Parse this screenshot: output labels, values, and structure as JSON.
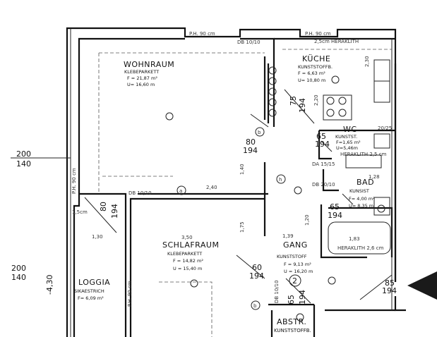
{
  "rooms": {
    "wohnraum": {
      "name": "WOHNRAUM",
      "floor": "KLEBEPARKETT",
      "area": "F = 21,87 m²",
      "perimeter": "U= 16,60 m"
    },
    "kueche": {
      "name": "KÜCHE",
      "floor": "KUNSTSTOFFB.",
      "area": "F = 6,63 m²",
      "perimeter": "U= 10,80 m"
    },
    "wc": {
      "name": "WC",
      "floor": "KUNSTST.",
      "area": "F=1,65 m²",
      "perimeter": "U=5,46m"
    },
    "bad": {
      "name": "BAD",
      "floor": "KUNSIST",
      "area": "F= 4,00 m²",
      "perimeter": "U= 8,35 m"
    },
    "schlafraum": {
      "name": "SCHLAFRAUM",
      "floor": "KLEBEPARKETT",
      "area": "F = 14,82 m²",
      "perimeter": "U = 15,40 m"
    },
    "gang": {
      "name": "GANG",
      "floor": "KUNSTSTOFF",
      "area": "F = 9,13 m²",
      "perimeter": "U = 16,20 m"
    },
    "loggia": {
      "name": "LOGGIA",
      "floor": "SIKAESTRICH",
      "area": "F= 6,09 m²"
    },
    "abstr": {
      "name": "ABSTR.",
      "floor": "KUNSTSTOFFB."
    }
  },
  "annotations": {
    "ph_window_1": "P.H. 90 cm",
    "ph_window_2": "P.H. 90 cm",
    "ph_window_3": "P.H. 90 cm",
    "ph_window_4": "P.H. 90 cm",
    "heraklith_top": "2,5cm HERAKLITH",
    "heraklith_wc": "HERAKLITH 2,5 cm",
    "heraklith_bad": "HERAKLITH 2,6 cm",
    "db_1": "DB 10/10",
    "db_2": "DB 10/10",
    "db_3": "DB 20/10",
    "db_4": "DB 10/10",
    "da": "DA 15/15",
    "wall_1_5": "1,5cm",
    "unit_number": "2",
    "marker_a": "a",
    "marker_b": "b",
    "marker_b2": "b",
    "marker_h": "h"
  },
  "dimensions": {
    "left_200_a": "200",
    "left_140_a": "140",
    "left_200_b": "200",
    "left_140_b": "140",
    "left_430": "-4,30",
    "d_240": "2,40",
    "d_350": "3,50",
    "d_139": "1,39",
    "d_130": "1,30",
    "d_183": "1,83",
    "d_175": "1,75",
    "d_140": "1,40",
    "d_120": "1,20",
    "d_220": "2,20",
    "d_230": "2,30",
    "d_2025": "20/25",
    "d_128": "1,28"
  },
  "doors": [
    {
      "width": "80",
      "height": "194"
    },
    {
      "width": "75",
      "height": "194"
    },
    {
      "width": "65",
      "height": "194"
    },
    {
      "width": "80",
      "height": "194"
    },
    {
      "width": "65",
      "height": "194"
    },
    {
      "width": "60",
      "height": "194"
    },
    {
      "width": "65",
      "height": "194"
    },
    {
      "width": "85",
      "height": "194"
    }
  ],
  "colors": {
    "ink": "#111111",
    "paper": "#ffffff"
  }
}
